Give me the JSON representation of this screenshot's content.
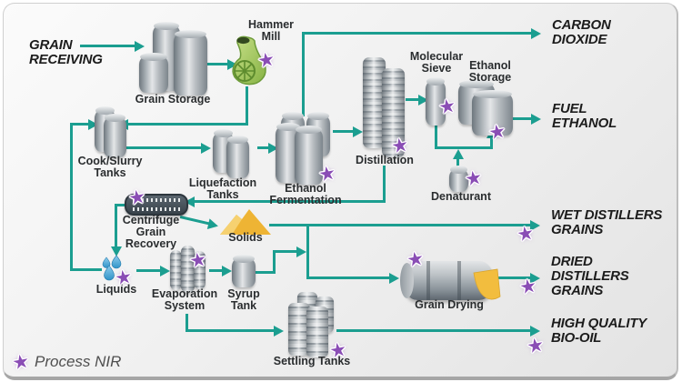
{
  "legend": {
    "label": "Process NIR"
  },
  "colors": {
    "flow_teal": "#1b9e90",
    "nir_star_purple": "#8a4db5",
    "solids_yellow": "#eeb434",
    "liquids_blue": "#3f9fd1",
    "mill_green": "#9cc653"
  },
  "terminals": {
    "grain_receiving": "GRAIN\nRECEIVING",
    "carbon_dioxide": "CARBON\nDIOXIDE",
    "fuel_ethanol": "FUEL\nETHANOL",
    "wet_distillers_grains": "WET DISTILLERS\nGRAINS",
    "dried_distillers_grains": "DRIED\nDISTILLERS\nGRAINS",
    "high_quality_bio_oil": "HIGH QUALITY\nBIO-OIL"
  },
  "nodes": {
    "grain_storage": "Grain Storage",
    "hammer_mill": "Hammer\nMill",
    "cook_slurry_tanks": "Cook/Slurry\nTanks",
    "liquefaction_tanks": "Liquefaction\nTanks",
    "ethanol_fermentation": "Ethanol\nFermentation",
    "distillation": "Distillation",
    "molecular_sieve": "Molecular\nSieve",
    "ethanol_storage": "Ethanol\nStorage",
    "denaturant": "Denaturant",
    "centrifuge_grain_recovery": "Centrifuge\nGrain\nRecovery",
    "solids": "Solids",
    "liquids": "Liquids",
    "evaporation_system": "Evaporation\nSystem",
    "syrup_tank": "Syrup\nTank",
    "settling_tanks": "Settling Tanks",
    "grain_drying": "Grain Drying"
  }
}
